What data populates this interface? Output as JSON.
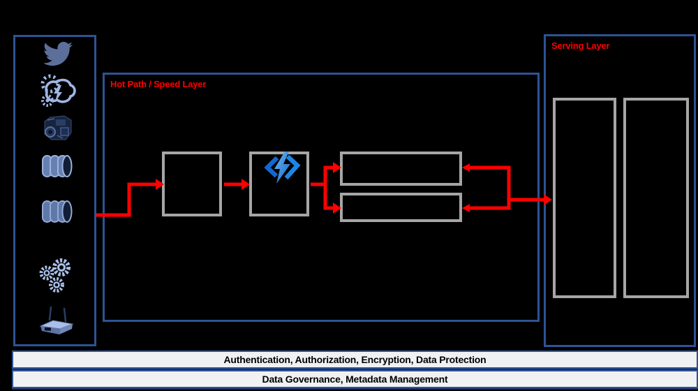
{
  "diagram": {
    "hot_path_title": "Hot Path / Speed Layer",
    "serving_title": "Serving Layer"
  },
  "bars": [
    {
      "label": "Authentication, Authorization, Encryption, Data Protection"
    },
    {
      "label": "Data Governance, Metadata Management"
    }
  ],
  "data_sources": {
    "icons": [
      "twitter-bird-icon",
      "streaming-event-icon",
      "engine-photo-icon",
      "database-cylinder-icon",
      "database-cylinder-icon",
      "gears-icon",
      "iot-gateway-icon"
    ]
  },
  "nodes": {
    "hot_path_boxes": [
      "ingest-box",
      "stream-analytics-box",
      "output-box-top",
      "output-box-bottom"
    ],
    "stream_analytics_box_icon": "azure-stream-analytics-icon",
    "serving_boxes": [
      "serving-store-left",
      "serving-store-right"
    ]
  },
  "colors": {
    "background": "#000000",
    "container_border": "#2E5395",
    "node_border": "#A6A6A6",
    "arrow": "#FF0000",
    "layer_title": "#FF0000",
    "bar_background": "#F0F1F3",
    "bar_text": "#000000",
    "source_icon_blue": "#9FB6E4",
    "stream_analytics_blue": "#1E88E5"
  }
}
